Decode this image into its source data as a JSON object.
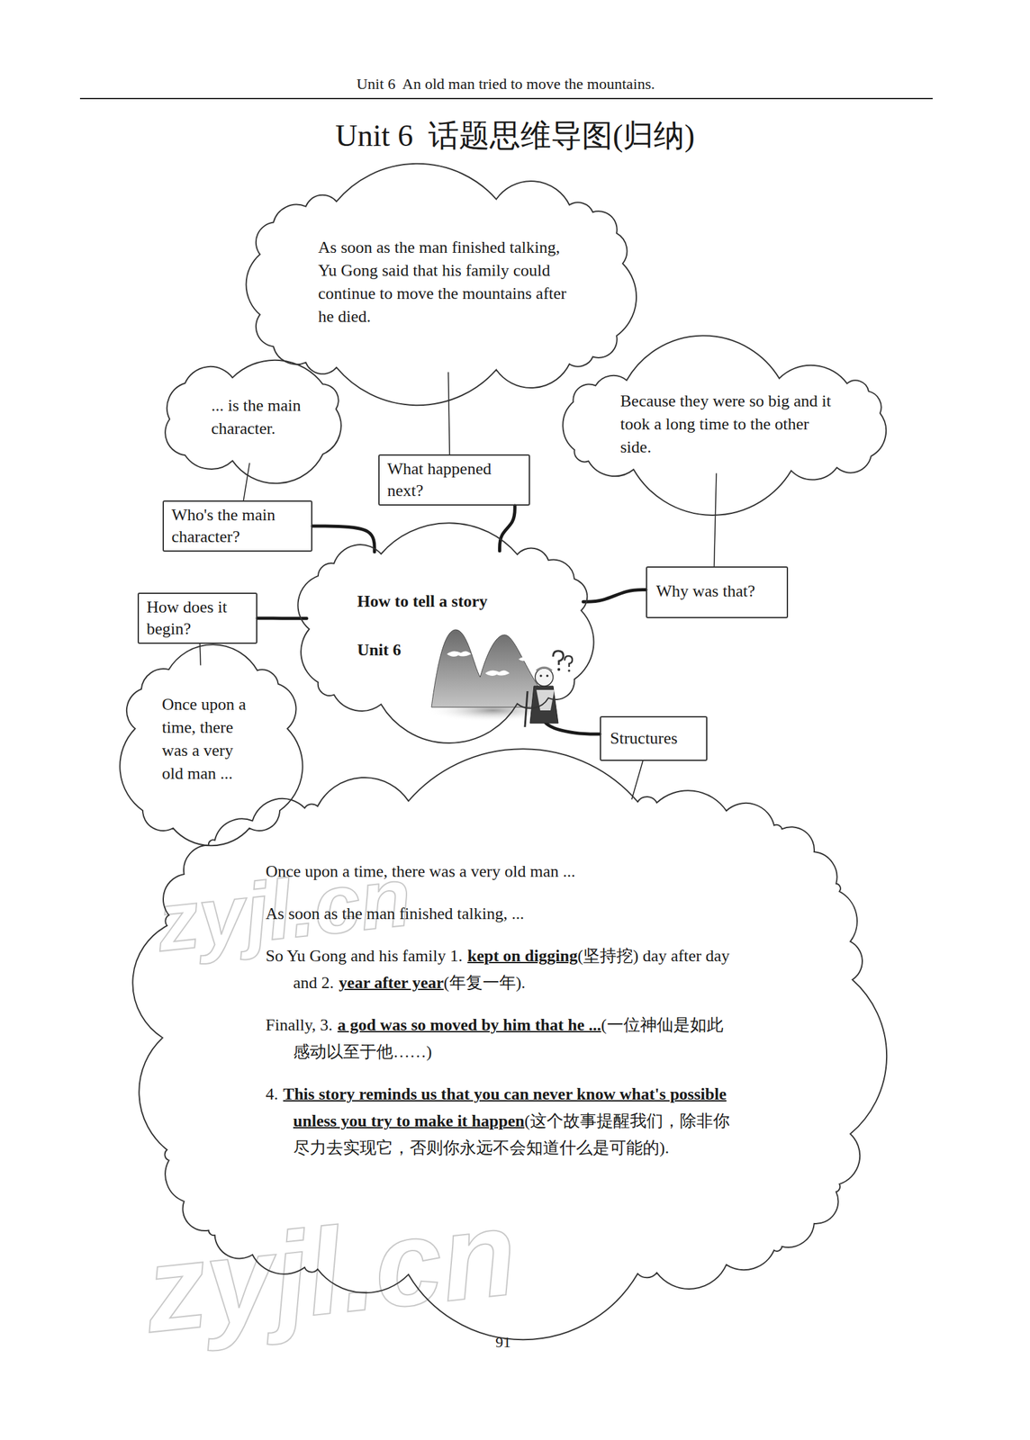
{
  "diagram": {
    "title": "Unit 6  话题思维导图(归纳)",
    "nodes": [
      {
        "text": [
          "As soon as the man finished talking, Yu Gong said that his family could continue to move the mountains after he died."
        ]
      },
      {
        "text": [
          "What happened next?"
        ]
      },
      {
        "text": [
          "... is the main character."
        ]
      },
      {
        "text": [
          "Who's the main character?"
        ]
      },
      {
        "text": [
          "Because they were so big and it took a long time to the other side."
        ]
      },
      {
        "text": [
          "Why was that?"
        ]
      },
      {
        "text": [
          "How to tell a story",
          "Unit 6"
        ]
      },
      {
        "text": [
          "How does it begin?"
        ]
      },
      {
        "text": [
          "Once upon a time, there was a very old man ..."
        ]
      },
      {
        "text": [
          "Structures"
        ]
      },
      {
        "text": [
          "Once upon a time, there was a very old man ...",
          "As soon as the man finished talking, ...",
          "So Yu Gong and his family 1.",
          "kept on digging",
          "(坚持挖) day after day and 2.",
          "year after year",
          "(年复一年).",
          "Finally, 3.",
          "a god was so moved by him that he ...",
          "(一位神仙是如此感动以至于他……)",
          "4.",
          "This story reminds us that you can never know what's possible unless you try to make it happen",
          "(这个故事提醒我们，除非你尽力去实现它，否则你永远不会知道什么是可能的)."
        ]
      }
    ],
    "edges": [
      {
        "from": 6,
        "to": 3,
        "arrow": "none"
      },
      {
        "from": 6,
        "to": 1,
        "arrow": "none"
      },
      {
        "from": 6,
        "to": 5,
        "arrow": "none"
      },
      {
        "from": 6,
        "to": 7,
        "arrow": "none"
      },
      {
        "from": 6,
        "to": 9,
        "arrow": "none"
      },
      {
        "from": 3,
        "to": 2,
        "arrow": "none"
      },
      {
        "from": 1,
        "to": 0,
        "arrow": "none"
      },
      {
        "from": 5,
        "to": 4,
        "arrow": "none"
      },
      {
        "from": 7,
        "to": 8,
        "arrow": "none"
      },
      {
        "from": 9,
        "to": 10,
        "arrow": "none"
      }
    ],
    "labels": [
      "Unit 6  An old man tried to move the mountains.",
      "91",
      "zyjl.cn",
      "zyjl.cn"
    ]
  }
}
